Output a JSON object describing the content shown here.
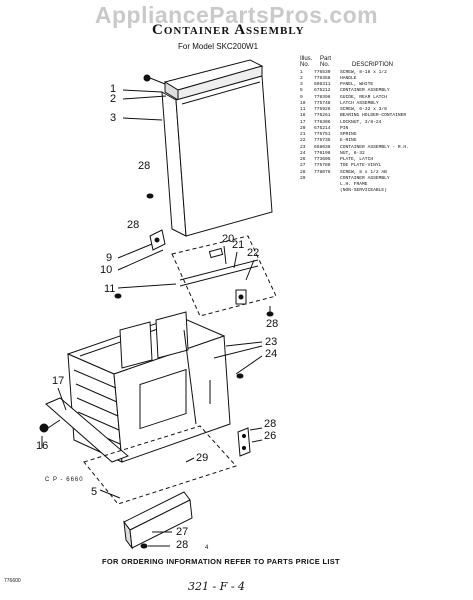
{
  "watermark": "AppliancePartsPros.com",
  "title": "Container Assembly",
  "subtitle": "For Model SKC200W1",
  "parts_header": {
    "line1_illus": "Illus.",
    "line1_part": "Part",
    "line2_no1": "No.",
    "line2_no2": "No.",
    "line2_desc": "DESCRIPTION"
  },
  "parts": [
    {
      "illus": "1",
      "part": "776530",
      "desc": "SCREW, 8-18 x 1/2"
    },
    {
      "illus": "2",
      "part": "778358",
      "desc": "HANDLE"
    },
    {
      "illus": "3",
      "part": "608311",
      "desc": "PANEL, WHITE"
    },
    {
      "illus": "5",
      "part": "675212",
      "desc": "CONTAINER ASSEMBLY"
    },
    {
      "illus": "9",
      "part": "778396",
      "desc": "GUIDE, REAR LATCH"
    },
    {
      "illus": "10",
      "part": "775748",
      "desc": "LATCH ASSEMBLY"
    },
    {
      "illus": "11",
      "part": "775926",
      "desc": "SCREW, 6-32 x 3/8"
    },
    {
      "illus": "16",
      "part": "776261",
      "desc": "BEARING HOLDER-CONTAINER"
    },
    {
      "illus": "17",
      "part": "776306",
      "desc": "LOCKNUT, 3/8-24"
    },
    {
      "illus": "20",
      "part": "675214",
      "desc": "PIN"
    },
    {
      "illus": "21",
      "part": "775751",
      "desc": "SPRING"
    },
    {
      "illus": "22",
      "part": "775735",
      "desc": "E-RING"
    },
    {
      "illus": "23",
      "part": "658036",
      "desc": "CONTAINER ASSEMBLY - R.H."
    },
    {
      "illus": "24",
      "part": "776198",
      "desc": "NUT, 6-32"
    },
    {
      "illus": "26",
      "part": "773605",
      "desc": "PLATE, LATCH"
    },
    {
      "illus": "27",
      "part": "775788",
      "desc": "TOE PLATE-VINYL"
    },
    {
      "illus": "28",
      "part": "778076",
      "desc": "SCREW, 8 x 1/2 AB"
    },
    {
      "illus": "29",
      "part": "",
      "desc": "CONTAINER ASSEMBLY"
    },
    {
      "illus": "",
      "part": "",
      "desc": "L.H. FRAME"
    },
    {
      "illus": "",
      "part": "",
      "desc": "(NON-SERVICEABLE)"
    }
  ],
  "callouts": {
    "c1": "1",
    "c2": "2",
    "c3": "3",
    "c28a": "28",
    "c28b": "28",
    "c9": "9",
    "c10": "10",
    "c11": "11",
    "c20": "20",
    "c21": "21",
    "c22": "22",
    "c28c": "28",
    "c23": "23",
    "c24": "24",
    "c17": "17",
    "c16": "16",
    "c29": "29",
    "c28d": "28",
    "c26": "26",
    "c5": "5",
    "c27": "27",
    "c28e": "28"
  },
  "cp_code": "C P - 6660",
  "page_number": "4",
  "footer": "FOR ORDERING INFORMATION REFER TO PARTS PRICE LIST",
  "left_code": "776600",
  "handwritten": "321 - F - 4"
}
